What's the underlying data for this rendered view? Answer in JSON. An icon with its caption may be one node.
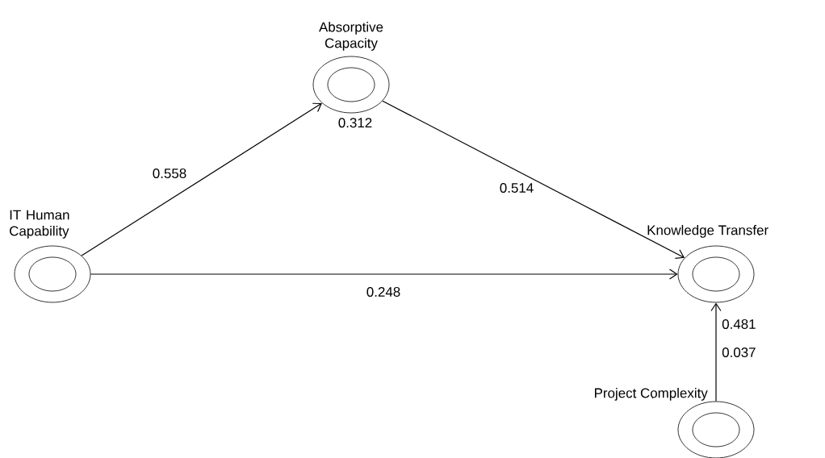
{
  "diagram": {
    "nodes": [
      {
        "text": [
          "IT Human Capability"
        ]
      },
      {
        "text": [
          "Absorptive Capacity"
        ],
        "beside": [
          "0.312"
        ]
      },
      {
        "text": [
          "Knowledge Transfer"
        ],
        "beside": [
          "0.481"
        ]
      },
      {
        "text": [
          "Project Complexity"
        ]
      }
    ],
    "edges": [
      {
        "from": 0,
        "to": 1,
        "arrow": "to",
        "label": "0.558"
      },
      {
        "from": 1,
        "to": 2,
        "arrow": "to",
        "label": "0.514"
      },
      {
        "from": 0,
        "to": 2,
        "arrow": "to",
        "label": "0.248"
      },
      {
        "from": 3,
        "to": 2,
        "arrow": "to",
        "label": "0.037"
      }
    ]
  }
}
